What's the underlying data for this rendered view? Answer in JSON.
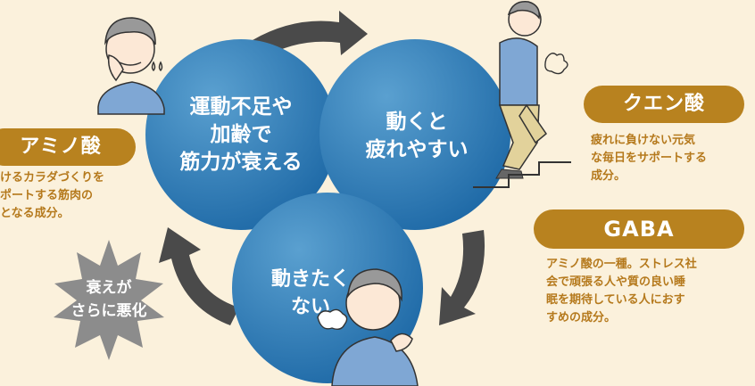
{
  "colors": {
    "background": "#fbf1dc",
    "circle_blue": "#1f6aa7",
    "circle_light": "#5aa0d0",
    "pill_gold": "#b8821f",
    "desc_text": "#b5791c",
    "arrow_gray": "#4a4a4a",
    "burst_gray": "#8c8c8c"
  },
  "cycle": {
    "circle1_lines": [
      "運動不足や",
      "加齢で",
      "筋力が衰える"
    ],
    "circle2_lines": [
      "動くと",
      "疲れやすい"
    ],
    "circle3_lines": [
      "動きたく",
      "ない"
    ]
  },
  "burst": {
    "lines": [
      "衰えが",
      "さらに悪化"
    ]
  },
  "panels": {
    "amino": {
      "title": "アミノ酸",
      "lines": [
        "けるカラダづくりを",
        "ポートする筋肉の",
        "となる成分。"
      ]
    },
    "citric": {
      "title": "クエン酸",
      "lines": [
        "疲れに負けない元気",
        "な毎日をサポートする",
        "成分。"
      ]
    },
    "gaba": {
      "title": "GABA",
      "lines": [
        "アミノ酸の一種。ストレス社",
        "会で頑張る人や質の良い睡",
        "眠を期待している人におす",
        "すめの成分。"
      ]
    }
  },
  "icons": [
    "woman-cheek-hand-icon",
    "sweat-drops-icon",
    "woman-climbing-stairs-icon",
    "sigh-puff-icon",
    "woman-shoulder-pain-icon",
    "stairs-icon"
  ]
}
